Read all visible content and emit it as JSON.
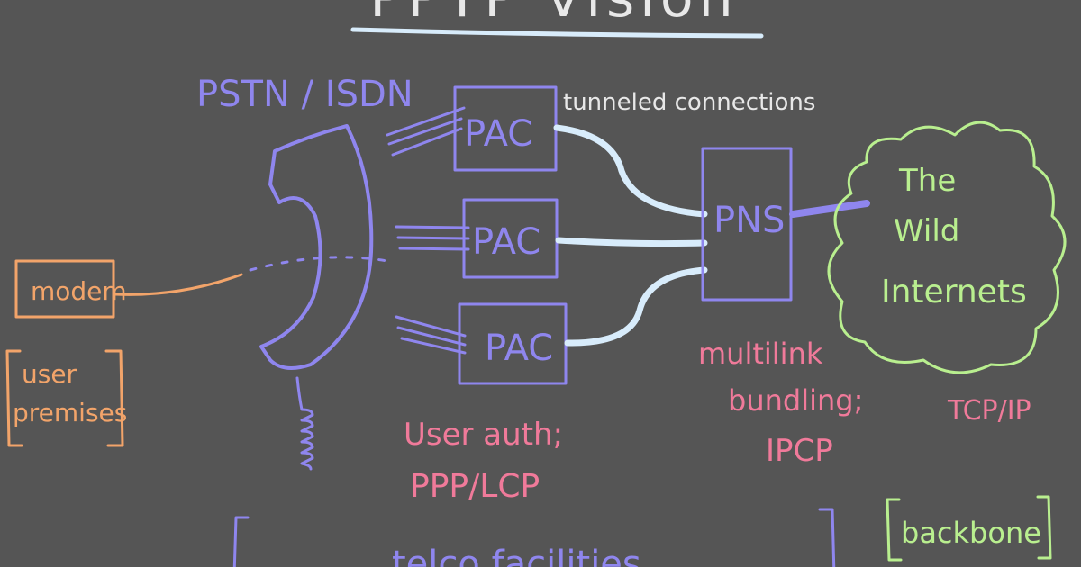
{
  "title": "PPTP Vision",
  "colors": {
    "background": "#555555",
    "purple": "#8f86ee",
    "light_blue": "#d8ecfb",
    "green": "#b9ef8f",
    "orange": "#f2a46a",
    "pink": "#f07a9a",
    "white": "#e8e8e8"
  },
  "labels": {
    "pstn_isdn": "PSTN / ISDN",
    "tunneled": "tunneled connections",
    "modem": "modem",
    "user_premises_line1": "user",
    "user_premises_line2": "premises",
    "pac_1": "PAC",
    "pac_2": "PAC",
    "pac_3": "PAC",
    "pns": "PNS",
    "internet_line1": "The",
    "internet_line2": "Wild",
    "internet_line3": "Internets",
    "user_auth_line1": "User auth;",
    "user_auth_line2": "PPP/LCP",
    "multilink_line1": "multilink",
    "multilink_line2": "bundling;",
    "multilink_line3": "IPCP",
    "tcpip": "TCP/IP",
    "backbone": "backbone",
    "telco": "telco facilities"
  }
}
